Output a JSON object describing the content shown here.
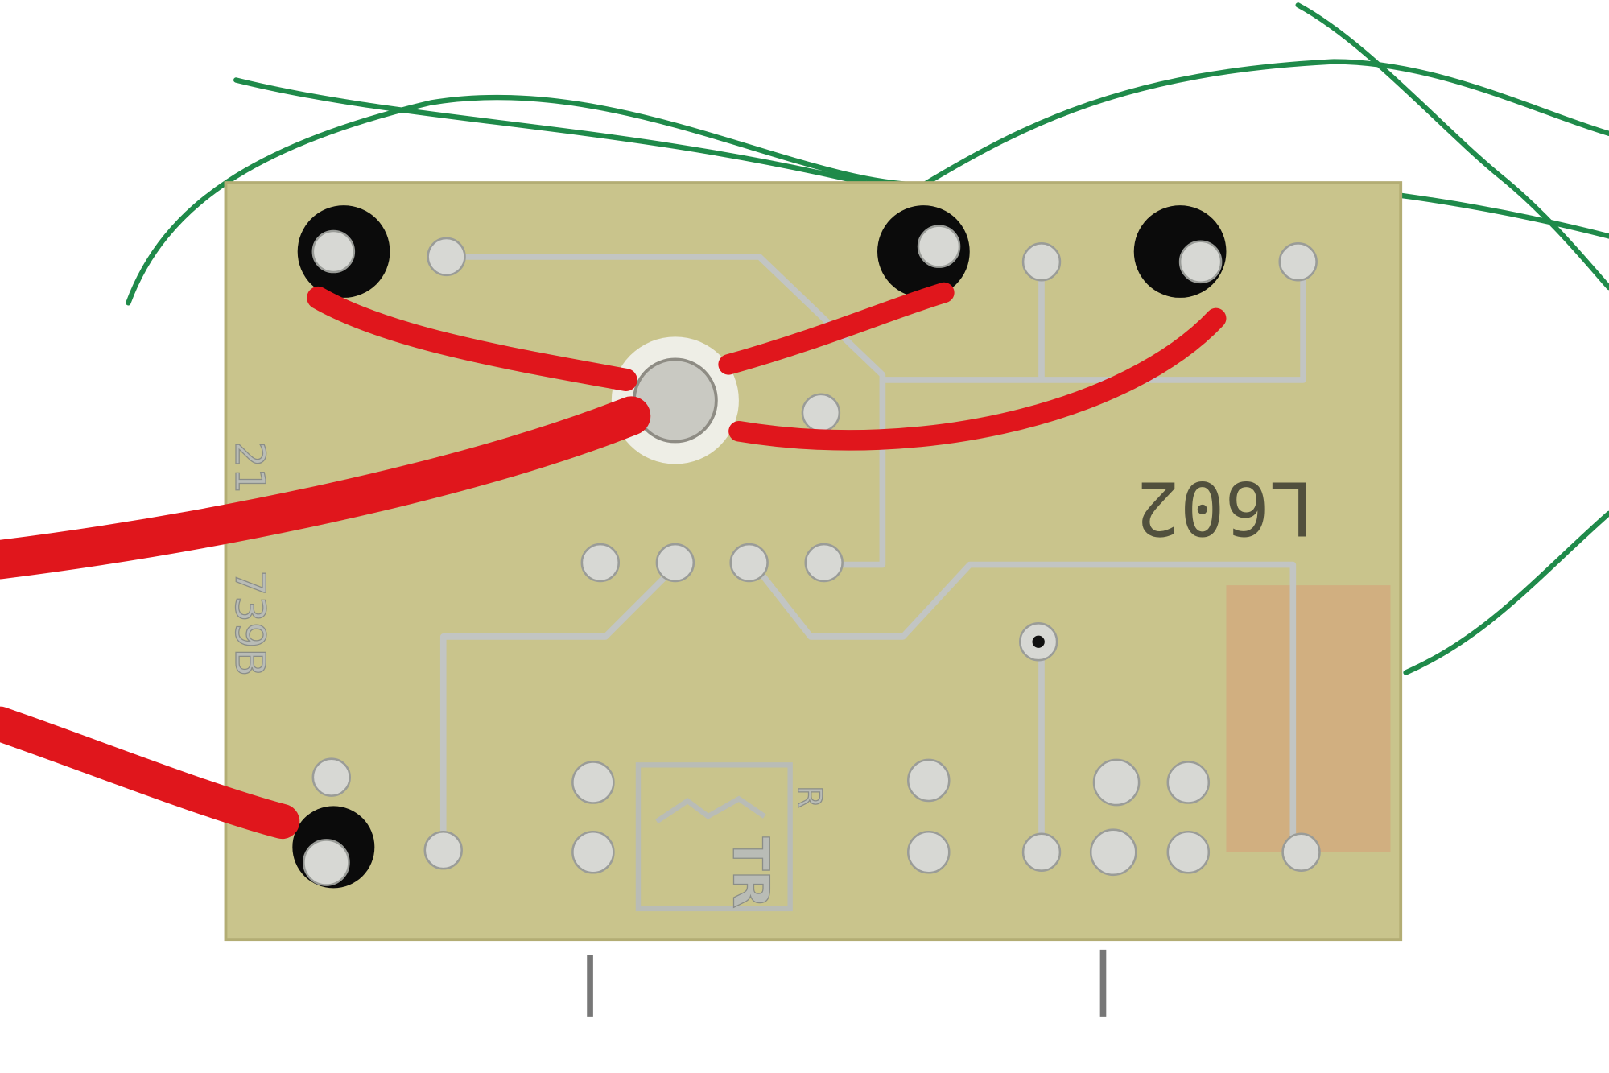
{
  "board": {
    "part_number_top": "21",
    "part_number_bottom": "739B",
    "handwritten_label": "L602",
    "logo_text": "TR",
    "mirror_mark": "R"
  },
  "colors": {
    "background": "#ffffff",
    "pcb": "#c9c48c",
    "trace": "#c2c5c3",
    "red_wire": "#e0161c",
    "green_wire": "#1f8a4a"
  }
}
